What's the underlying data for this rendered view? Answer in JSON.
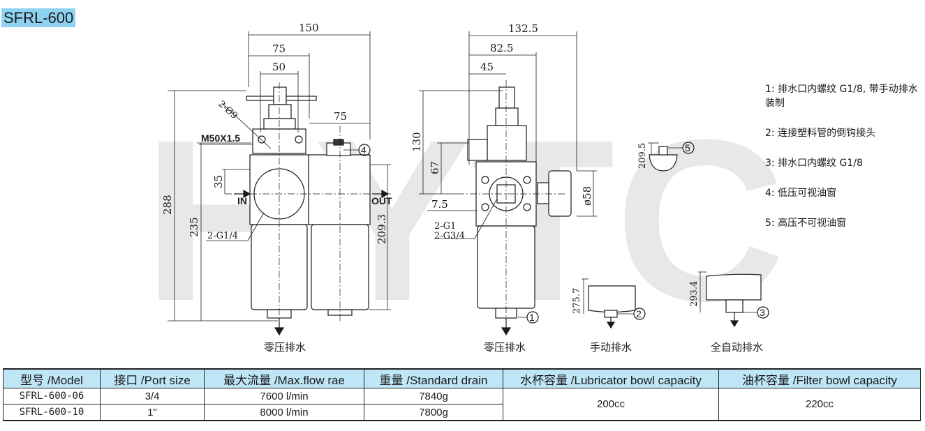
{
  "title": "SFRL-600",
  "watermark": "HYTC",
  "dimensions": {
    "front": {
      "w150": "150",
      "w75": "75",
      "w50": "50",
      "w75b": "75",
      "h288": "288",
      "h235": "235",
      "h35": "35",
      "h209": "209.3",
      "thread": "M50X1.5",
      "holes": "2-Ø9",
      "port": "2-G1/4"
    },
    "side": {
      "w132": "132.5",
      "w82": "82.5",
      "w45": "45",
      "h130": "130",
      "h67": "67",
      "d7": "7.5",
      "gauge": "ø58",
      "port1": "2-G1",
      "port2": "2-G3/4"
    },
    "small": {
      "h209": "209.5",
      "h275": "275.7",
      "h293": "293.4"
    }
  },
  "port_labels": {
    "in": "IN",
    "out": "OUT"
  },
  "callouts": [
    "1",
    "2",
    "3",
    "4",
    "5"
  ],
  "captions": {
    "front_drain": "零压排水",
    "side_drain": "零压排水",
    "manual": "手动排水",
    "auto": "全自动排水"
  },
  "legend": [
    "1: 排水口内螺纹 G1/8, 带手动排水装制",
    "2: 连接塑料管的倒钩接头",
    "3: 排水口内螺纹 G1/8",
    "4: 低压可视油窗",
    "5: 高压不可视油窗"
  ],
  "table": {
    "headers": [
      "型号 /Model",
      "接口 /Port size",
      "最大流量 /Max.flow rae",
      "重量 /Standard drain",
      "水杯容量 /Lubricator bowl capacity",
      "油杯容量 /Filter bowl capacity"
    ],
    "rows": [
      {
        "model": "SFRL-600-06",
        "port": "3/4",
        "flow": "7600 l/min",
        "weight": "7840g"
      },
      {
        "model": "SFRL-600-10",
        "port": "1\"",
        "flow": "8000 l/min",
        "weight": "7800g"
      }
    ],
    "lub_capacity": "200cc",
    "filter_capacity": "220cc"
  }
}
